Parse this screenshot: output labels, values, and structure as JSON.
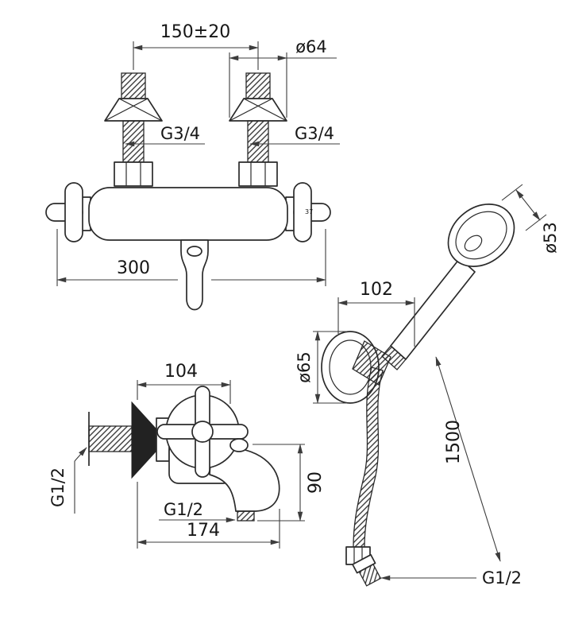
{
  "drawing": {
    "background": "#ffffff",
    "line_color": "#2b2b2b",
    "views": {
      "front": {
        "dims": {
          "inlet_spacing": "150±20",
          "escutcheon_dia": "ø64",
          "thread_left": "G3/4",
          "thread_right": "G3/4",
          "overall_width": "300",
          "body_mark": "37"
        }
      },
      "side": {
        "dims": {
          "depth": "104",
          "wall_thread": "G1/2",
          "outlet_thread": "G1/2",
          "outlet_height": "90",
          "reach": "174"
        }
      },
      "shower": {
        "dims": {
          "head_dia": "ø53",
          "bracket_offset": "102",
          "bracket_dia": "ø65",
          "hose_length": "1500",
          "hose_thread": "G1/2"
        }
      }
    }
  }
}
